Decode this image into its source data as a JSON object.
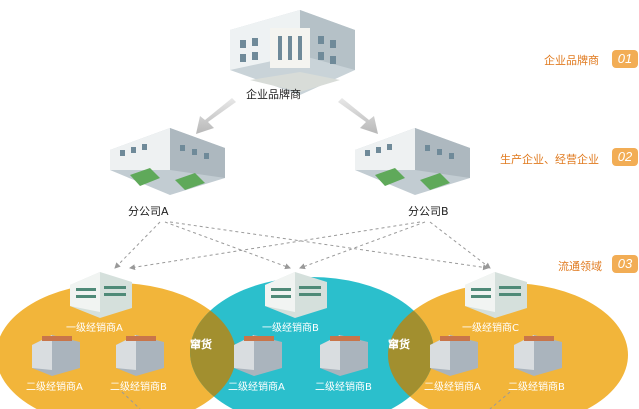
{
  "nodes": {
    "brand": "企业品牌商",
    "branch_a": "分公司A",
    "branch_b": "分公司B",
    "dealer1_a": "一级经销商A",
    "dealer1_b": "一级经销商B",
    "dealer1_c": "一级经销商C",
    "dealer2_a1": "二级经销商A",
    "dealer2_b1": "二级经销商B",
    "dealer2_a2": "二级经销商A",
    "dealer2_b2": "二级经销商B",
    "dealer2_a3": "二级经销商A",
    "dealer2_b3": "二级经销商B"
  },
  "overlaps": {
    "left": "窜货",
    "right": "窜货"
  },
  "tiers": [
    {
      "label": "企业品牌商",
      "num": "01"
    },
    {
      "label": "生产企业、经营企业",
      "num": "02"
    },
    {
      "label": "流通领域",
      "num": "03"
    }
  ],
  "colors": {
    "circle_orange": "#f2b53a",
    "circle_teal": "#2bbfcc",
    "overlap": "#a28f2f",
    "badge": "#f2ad55",
    "tier_text": "#e07a1f"
  }
}
